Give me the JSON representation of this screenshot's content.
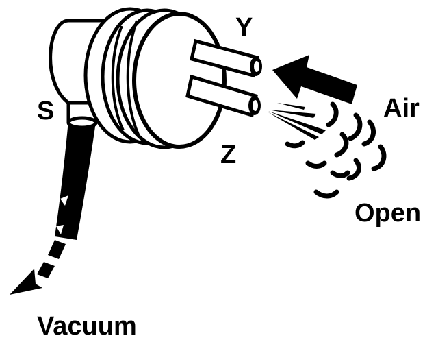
{
  "labels": {
    "y": "Y",
    "s": "S",
    "z": "Z",
    "air": "Air",
    "open": "Open",
    "vacuum": "Vacuum"
  },
  "colors": {
    "ink": "#000000",
    "paper": "#ffffff"
  }
}
